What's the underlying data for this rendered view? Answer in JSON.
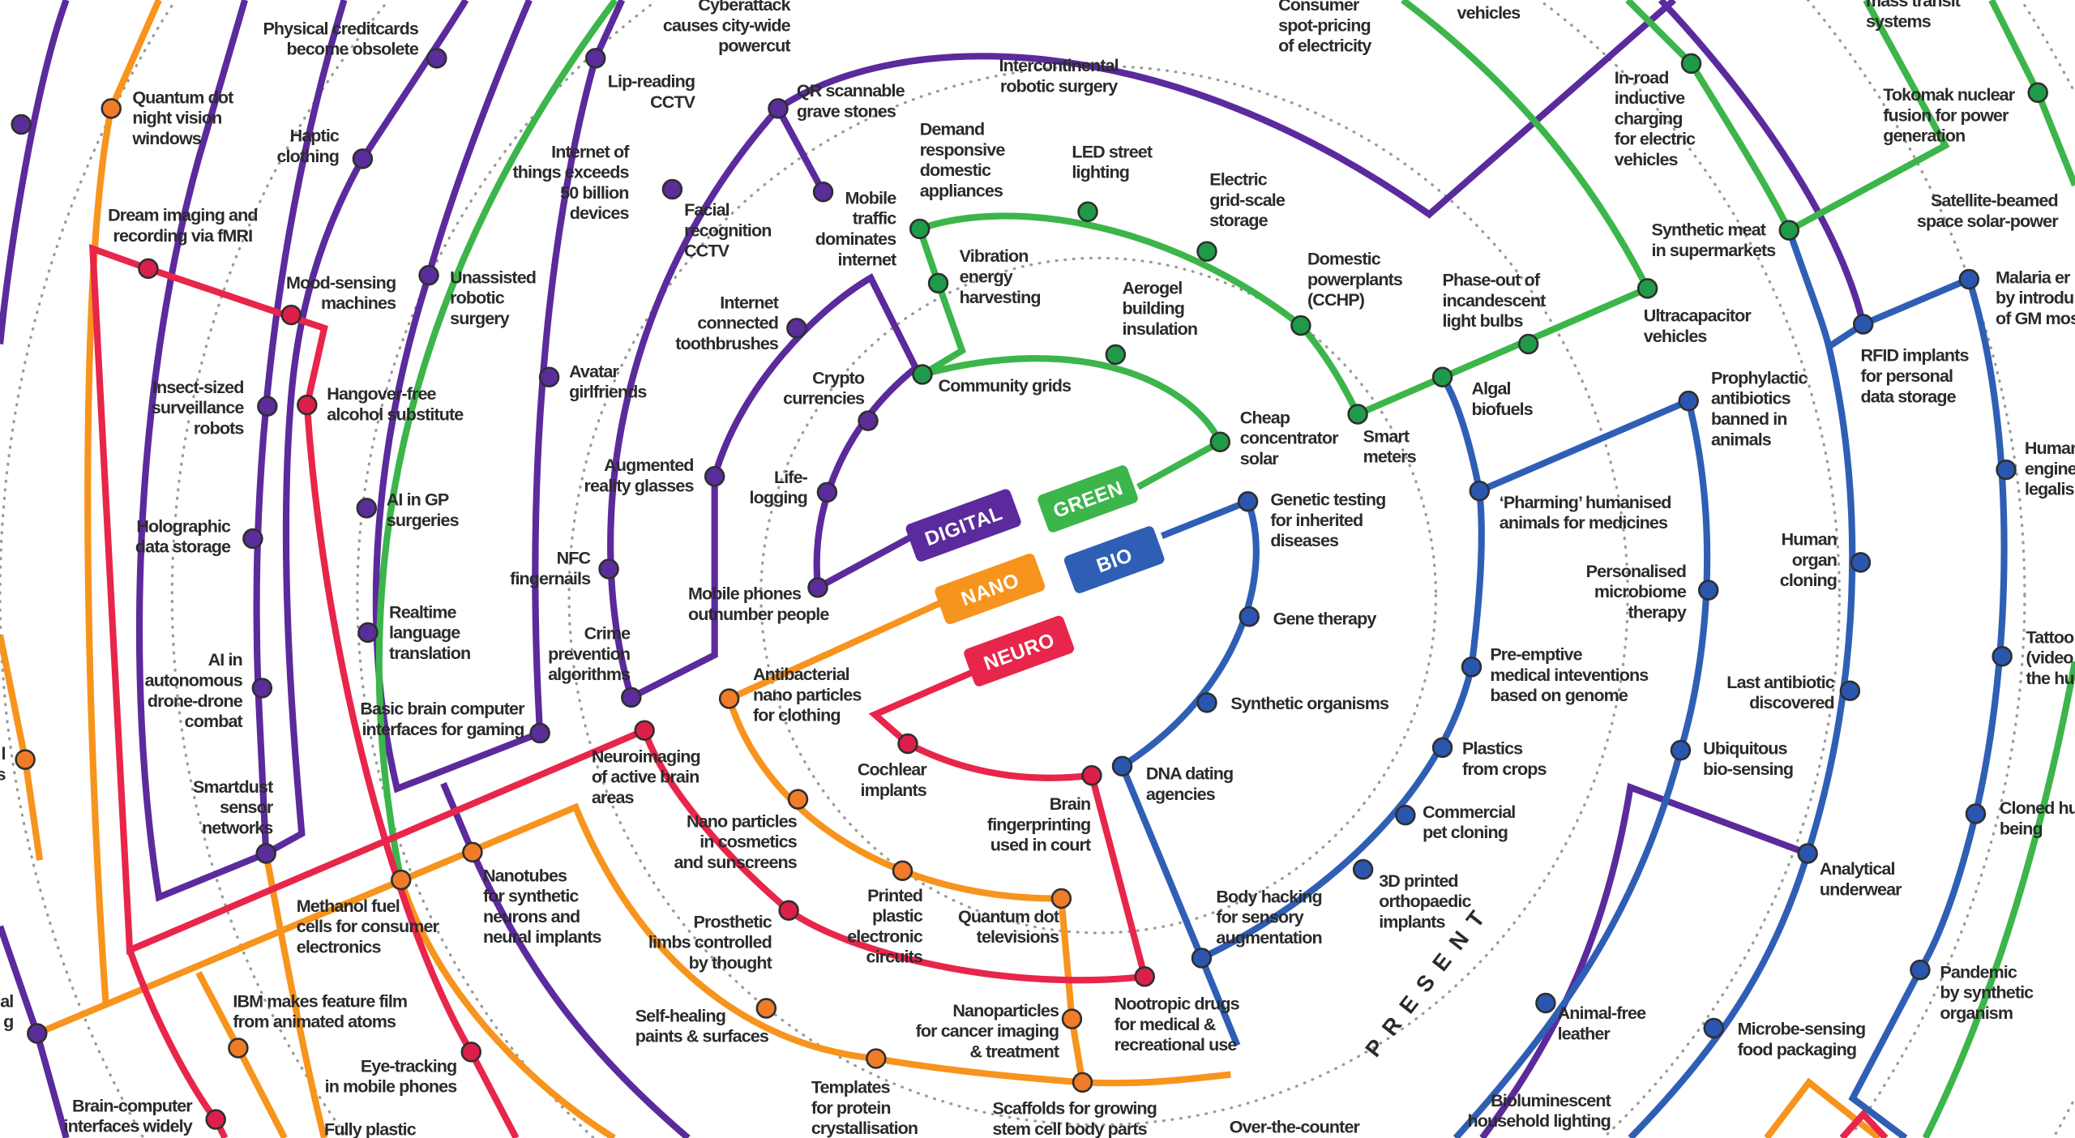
{
  "colors": {
    "digital": "#5b2a9c",
    "green": "#3cb54a",
    "bio": "#2f5fb5",
    "nano": "#f7941d",
    "neuro": "#e8254a",
    "dot_digital": "#5a2d9a",
    "dot_green": "#1f9a48",
    "dot_bio": "#2a56b0",
    "dot_nano": "#f07c28",
    "dot_neuro": "#dc1f4a"
  },
  "badges": {
    "digital": "DIGITAL",
    "green": "GREEN",
    "nano": "NANO",
    "bio": "BIO",
    "neuro": "NEURO"
  },
  "present_label": "PRESENT",
  "labels": {
    "l01": [
      "Physical creditcards",
      "become obsolete"
    ],
    "l02": [
      "Cyberattack",
      "causes city-wide",
      "powercut"
    ],
    "l03": [
      "Consumer",
      "spot-pricing",
      "of electricity"
    ],
    "l04": [
      "vehicles"
    ],
    "l05": [
      "mass transit",
      "systems"
    ],
    "l06": [
      "Quantum dot",
      "night vision",
      "windows"
    ],
    "l07": [
      "Lip-reading",
      "CCTV"
    ],
    "l08": [
      "QR scannable",
      "grave stones"
    ],
    "l09": [
      "Intercontinental",
      "robotic surgery"
    ],
    "l10": [
      "Haptic",
      "clothing"
    ],
    "l11": [
      "Internet of",
      "things exceeds",
      "50 billion",
      "devices"
    ],
    "l12": [
      "Demand",
      "responsive",
      "domestic",
      "appliances"
    ],
    "l13": [
      "LED street",
      "lighting"
    ],
    "l14": [
      "In-road",
      "inductive",
      "charging",
      "for electric",
      "vehicles"
    ],
    "l15": [
      "Tokomak nuclear",
      "fusion for power",
      "generation"
    ],
    "l16": [
      "Mobile",
      "traffic",
      "dominates",
      "internet"
    ],
    "l17": [
      "Electric",
      "grid-scale",
      "storage"
    ],
    "l18": [
      "Dream imaging and",
      "recording via fMRI"
    ],
    "l19": [
      "Facial",
      "recognition",
      "CCTV"
    ],
    "l20": [
      "Satellite-beamed",
      "space solar-power"
    ],
    "l21": [
      "Synthetic meat",
      "in supermarkets"
    ],
    "l22": [
      "Vibration",
      "energy",
      "harvesting"
    ],
    "l23": [
      "Domestic",
      "powerplants",
      "(CCHP)"
    ],
    "l24": [
      "Unassisted",
      "robotic",
      "surgery"
    ],
    "l25": [
      "Mood-sensing",
      "machines"
    ],
    "l26": [
      "Aerogel",
      "building",
      "insulation"
    ],
    "l27": [
      "Phase-out of",
      "incandescent",
      "light bulbs"
    ],
    "l28": [
      "Malaria er",
      "by introdu",
      "of GM mos"
    ],
    "l29": [
      "Internet",
      "connected",
      "toothbrushes"
    ],
    "l30": [
      "Ultracapacitor",
      "vehicles"
    ],
    "l31": [
      "RFID implants",
      "for personal",
      "data storage"
    ],
    "l32": [
      "Crypto",
      "currencies"
    ],
    "l33": [
      "Avatar",
      "girlfriends"
    ],
    "l34": [
      "Community grids"
    ],
    "l35": [
      "Insect-sized",
      "surveillance",
      "robots"
    ],
    "l36": [
      "Hangover-free",
      "alcohol substitute"
    ],
    "l37": [
      "Algal",
      "biofuels"
    ],
    "l38": [
      "Prophylactic",
      "antibiotics",
      "banned in",
      "animals"
    ],
    "l39": [
      "Cheap",
      "concentrator",
      "solar"
    ],
    "l40": [
      "Smart",
      "meters"
    ],
    "l41": [
      "Human",
      "engine",
      "legalis"
    ],
    "l42": [
      "Augmented",
      "reality glasses"
    ],
    "l43": [
      "Life-",
      "logging"
    ],
    "l44": [
      "AI in GP",
      "surgeries"
    ],
    "l45": [
      "Genetic testing",
      "for inherited",
      "diseases"
    ],
    "l46": [
      "‘Pharming’ humanised",
      "animals for medicines"
    ],
    "l47": [
      "Holographic",
      "data storage"
    ],
    "l48": [
      "Human",
      "organ",
      "cloning"
    ],
    "l49": [
      "NFC",
      "fingernails"
    ],
    "l50": [
      "Personalised",
      "microbiome",
      "therapy"
    ],
    "l51": [
      "Mobile phones",
      "outnumber people"
    ],
    "l52": [
      "Gene therapy"
    ],
    "l53": [
      "Realtime",
      "language",
      "translation"
    ],
    "l54": [
      "Crime",
      "prevention",
      "algorithms"
    ],
    "l55": [
      "Tattoo",
      "(video",
      "the hu"
    ],
    "l56": [
      "AI in",
      "autonomous",
      "drone-drone",
      "combat"
    ],
    "l57": [
      "Pre-emptive",
      "medical inteventions",
      "based on genome"
    ],
    "l58": [
      "Last antibiotic",
      "discovered"
    ],
    "l59": [
      "Antibacterial",
      "nano particles",
      "for clothing"
    ],
    "l60": [
      "Synthetic organisms"
    ],
    "l61": [
      "Basic brain computer",
      "interfaces for gaming"
    ],
    "l62": [
      "Neuroimaging",
      "of active brain",
      "areas"
    ],
    "l63": [
      "Plastics",
      "from crops"
    ],
    "l64": [
      "Ubiquitous",
      "bio-sensing"
    ],
    "l65": [
      "Cochlear",
      "implants"
    ],
    "l66": [
      "DNA dating",
      "agencies"
    ],
    "l67": [
      "Smartdust",
      "sensor",
      "networks"
    ],
    "l68": [
      "Brain",
      "fingerprinting",
      "used in court"
    ],
    "l69": [
      "Commercial",
      "pet cloning"
    ],
    "l70": [
      "Cloned hu",
      "being"
    ],
    "l71": [
      "Nano particles",
      "in cosmetics",
      "and sunscreens"
    ],
    "l72": [
      "Analytical",
      "underwear"
    ],
    "l73": [
      "Nanotubes",
      "for synthetic",
      "neurons and",
      "neural implants"
    ],
    "l74": [
      "3D printed",
      "orthopaedic",
      "implants"
    ],
    "l75": [
      "Methanol fuel",
      "cells for consumer",
      "electronics"
    ],
    "l76": [
      "Printed",
      "plastic",
      "electronic",
      "circuits"
    ],
    "l77": [
      "Body hacking",
      "for sensory",
      "augmentation"
    ],
    "l78": [
      "Prosthetic",
      "limbs controlled",
      "by thought"
    ],
    "l79": [
      "Quantum dot",
      "televisions"
    ],
    "l80": [
      "Pandemic",
      "by synthetic",
      "organism"
    ],
    "l81": [
      "IBM makes feature film",
      "from animated atoms"
    ],
    "l82": [
      "Self-healing",
      "paints & surfaces"
    ],
    "l83": [
      "Nanoparticles",
      "for cancer imaging",
      "& treatment"
    ],
    "l84": [
      "Nootropic drugs",
      "for medical &",
      "recreational use"
    ],
    "l85": [
      "Animal-free",
      "leather"
    ],
    "l86": [
      "Microbe-sensing",
      "food packaging"
    ],
    "l87": [
      "Eye-tracking",
      "in mobile phones"
    ],
    "l88": [
      "Templates",
      "for protein",
      "crystallisation"
    ],
    "l89": [
      "Scaffolds for growing",
      "stem cell body parts"
    ],
    "l90": [
      "Brain-computer",
      "interfaces widely"
    ],
    "l91": [
      "Bioluminescent",
      "household lighting"
    ],
    "l92": [
      "Fully plastic"
    ],
    "l93": [
      "Over-the-counter"
    ],
    "l94": [
      "l",
      "s"
    ],
    "l95": [
      "al",
      "g"
    ]
  }
}
